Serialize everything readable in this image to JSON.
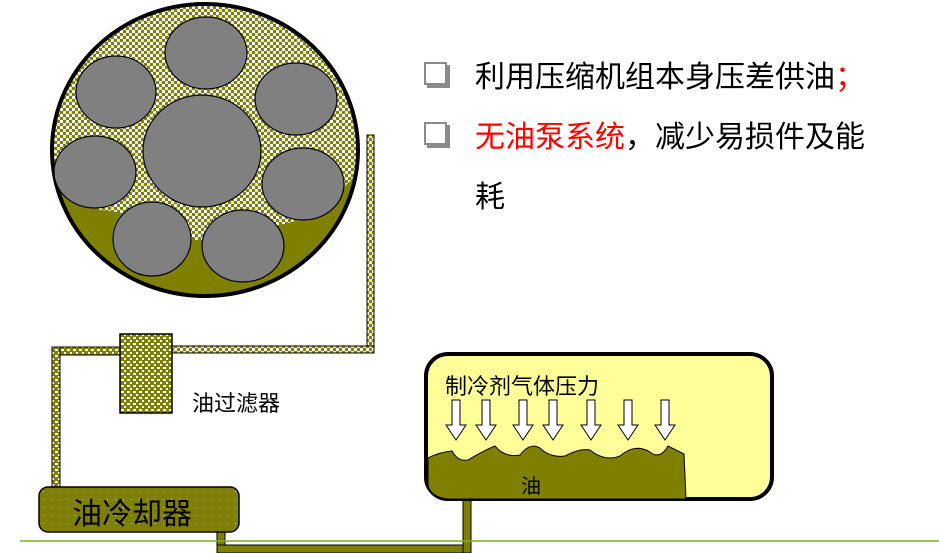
{
  "bullets": [
    {
      "text": "利用压缩机组本身压差供油",
      "suffix": "；",
      "suffix_color": "#ff0000"
    },
    {
      "prefix": "无油泵系统",
      "prefix_color": "#ff0000",
      "text": "，减少易损件及能",
      "continuation": "耗"
    }
  ],
  "diagram": {
    "filter_label": "油过滤器",
    "cooler_label": "油冷却器",
    "tank_label": "制冷剂气体压力",
    "oil_label": "油",
    "arrow_count": 7
  },
  "colors": {
    "oil": "#808000",
    "tank_fill": "#ffff99",
    "rotor_gray": "#808080",
    "divider": "#7ab317",
    "accent_red": "#ff0000"
  }
}
